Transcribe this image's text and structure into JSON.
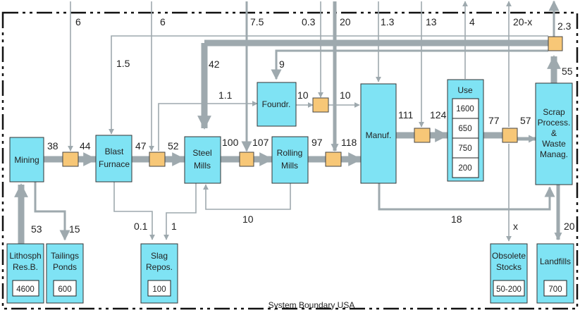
{
  "boundary_label": "System Boundary USA",
  "boxes": {
    "mining": "Mining",
    "blast_furnace": [
      "Blast",
      "Furnace"
    ],
    "steel_mills": [
      "Steel",
      "Mills"
    ],
    "rolling_mills": [
      "Rolling",
      "Mills"
    ],
    "foundry": "Foundr.",
    "manufacturing": "Manuf.",
    "use": "Use",
    "scrap": [
      "Scrap",
      "Process.",
      "&",
      "Waste",
      "Manag."
    ],
    "lithosphere": [
      "Lithosph",
      "Res.B."
    ],
    "tailings": [
      "Tailings",
      "Ponds"
    ],
    "slag": [
      "Slag",
      "Repos."
    ],
    "obsolete": [
      "Obsolete",
      "Stocks"
    ],
    "landfills": "Landfills"
  },
  "stocks": {
    "lithosphere": "4600",
    "tailings": "600",
    "slag": "100",
    "use": [
      "1600",
      "650",
      "750",
      "200"
    ],
    "obsolete": "50-200",
    "landfills": "700"
  },
  "flows": {
    "mining_to_p1": "38",
    "p1_to_bf": "44",
    "import_ore": "6",
    "bf_to_p2": "47",
    "p2_to_steel": "52",
    "import_pigiron": "6",
    "pig_to_foundry": "1.1",
    "scrap_to_bf": "1.5",
    "scrap_to_steel": "42",
    "steel_to_p3": "100",
    "p3_to_rolling": "107",
    "import_crude": "7.5",
    "rolling_to_p4": "97",
    "p4_to_manuf": "118",
    "import_semis": "20",
    "scrap_to_foundry": "9",
    "foundry_to_p6": "10",
    "p6_to_manuf": "10",
    "import_castings": "0.3",
    "import_finished": "1.3",
    "manuf_to_p7": "111",
    "p7_to_use": "124",
    "import_goods": "13",
    "export_goods": "4",
    "use_to_p8": "77",
    "p8_to_scrap": "57",
    "scrap_export": "20-x",
    "scrap_import": "2.3",
    "scrap_return": "55",
    "manuf_scrap": "18",
    "rolling_return": "10",
    "bf_to_slag": "0.1",
    "steel_to_slag": "1",
    "litho_to_mining": "53",
    "mining_to_tailings": "15",
    "use_to_obsolete": "x",
    "scrap_to_landfill": "20"
  }
}
